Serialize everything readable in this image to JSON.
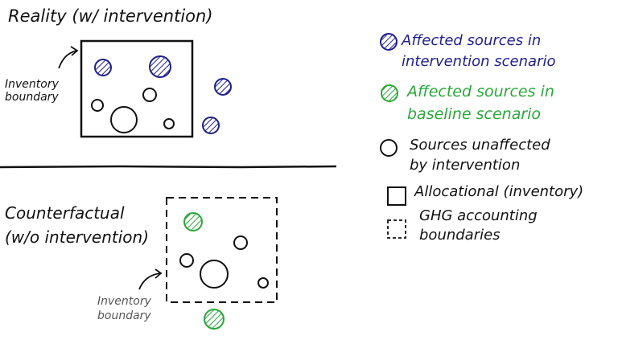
{
  "colors": {
    "ink": "#111111",
    "affected_intervention": "#1f1f8f",
    "affected_baseline": "#2aa83a",
    "gray_text": "#555555"
  },
  "reality": {
    "title": "Reality (w/ intervention)",
    "inventory_label_line1": "Inventory",
    "inventory_label_line2": "boundary"
  },
  "counterfactual": {
    "title_line1": "Counterfactual",
    "title_line2": "(w/o intervention)",
    "inventory_label_line1": "Inventory",
    "inventory_label_line2": "boundary"
  },
  "legend": {
    "intervention_line1": "Affected sources in",
    "intervention_line2": "intervention scenario",
    "baseline_line1": "Affected sources in",
    "baseline_line2": "baseline scenario",
    "unaffected_line1": "Sources unaffected",
    "unaffected_line2": "by intervention",
    "allocational": "Allocational (inventory)",
    "ghg_line1": "GHG accounting",
    "ghg_line2": "boundaries"
  },
  "icons": {
    "hatched_circle": "hatched-circle-icon",
    "open_circle": "open-circle-icon",
    "solid_square": "solid-square-icon",
    "dashed_square": "dashed-square-icon"
  }
}
